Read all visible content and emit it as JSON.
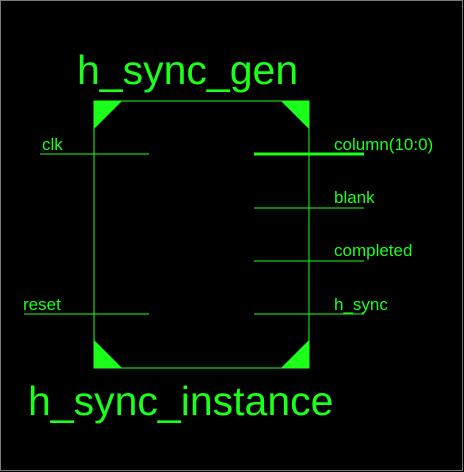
{
  "colors": {
    "background": "#000000",
    "accent": "#1bff1b",
    "outline": "#7a7a7a"
  },
  "block": {
    "component_name": "h_sync_gen",
    "instance_name": "h_sync_instance"
  },
  "ports": {
    "inputs": [
      {
        "name": "clk"
      },
      {
        "name": "reset"
      }
    ],
    "outputs": [
      {
        "name": "column(10:0)",
        "bus": true
      },
      {
        "name": "blank"
      },
      {
        "name": "completed"
      },
      {
        "name": "h_sync"
      }
    ]
  }
}
